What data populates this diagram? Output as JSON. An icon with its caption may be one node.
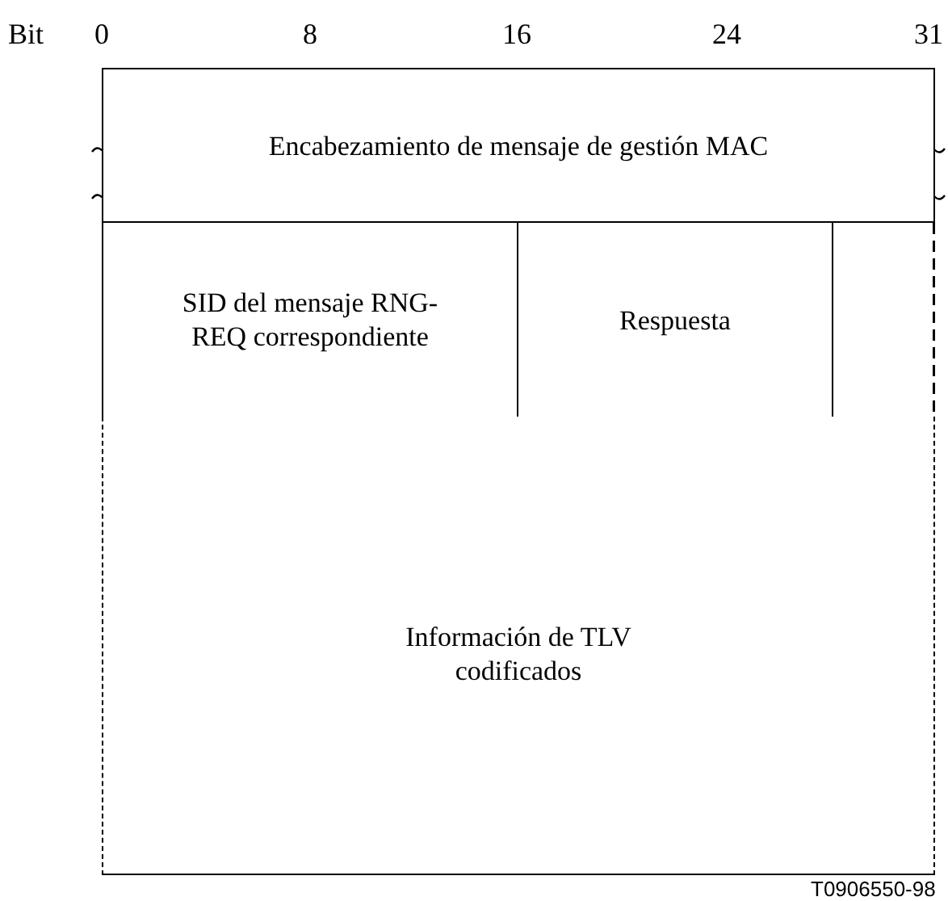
{
  "diagram": {
    "nodes": [
      {
        "text": [
          "Encabezamiento de mensaje de gestión MAC"
        ]
      },
      {
        "text": [
          "SID del mensaje RNG-REQ correspondiente"
        ]
      },
      {
        "text": [
          "Respuesta"
        ]
      },
      {
        "text": [
          "Información de TLV codificados"
        ]
      }
    ],
    "labels": [
      "Bit",
      "0",
      "8",
      "16",
      "24",
      "31",
      "T0906550-98"
    ]
  }
}
